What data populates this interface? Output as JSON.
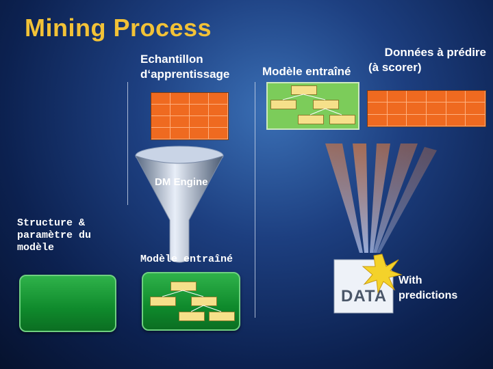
{
  "slide": {
    "title": "Mining Process",
    "training_label_line1": "Echantillon",
    "training_label_line2": "d‘apprentissage",
    "predict_label_line1": "Données à prédire",
    "predict_label_line2": "(à scorer)",
    "trained_model_top": "Modèle entraîné",
    "engine_label": "DM Engine",
    "structure_label_line1": "Structure &",
    "structure_label_line2": "paramètre du",
    "structure_label_line3": "modèle",
    "trained_model_bottom": "Modèle entraîné",
    "data_icon_text": "DATA",
    "predictions_line1": "With",
    "predictions_line2": "predictions"
  },
  "colors": {
    "title": "#f2c237",
    "table": "#ef6a20",
    "tree_bg": "#7ccc5a",
    "box_green": "#1aa03a"
  }
}
